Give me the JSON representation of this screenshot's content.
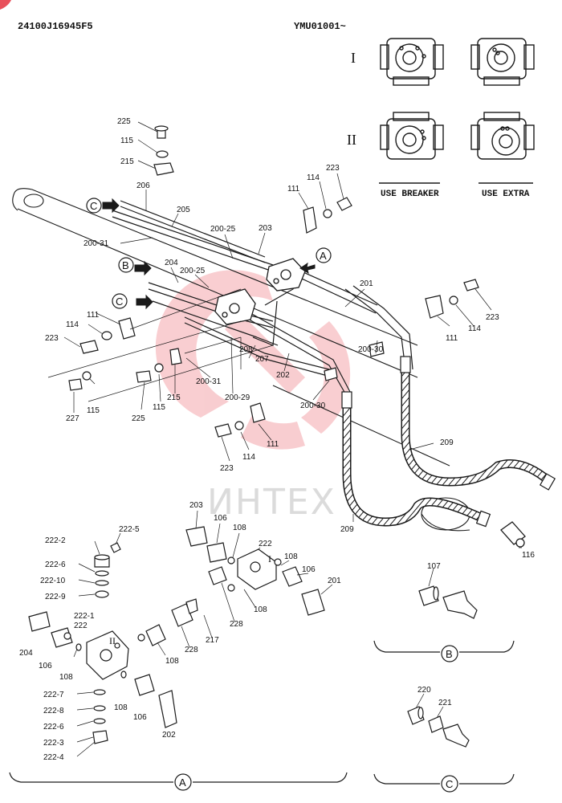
{
  "header": {
    "part_number": "24100J16945F5",
    "serial": "YMU01001~"
  },
  "watermark": "ИНТЕХ",
  "inset": {
    "row_I": "I",
    "row_II": "II",
    "use_breaker": "USE BREAKER",
    "use_extra": "USE EXTRA"
  },
  "callouts": {
    "A": "A",
    "B": "B",
    "C": "C"
  },
  "views": {
    "A": "A",
    "B": "B",
    "C": "C"
  },
  "colors": {
    "ink": "#1a1a1a",
    "watermark_red": "#e8505b"
  },
  "part_labels": {
    "p225": "225",
    "p115": "115",
    "p215": "215",
    "p206": "206",
    "p205": "205",
    "p200_25a": "200-25",
    "p203": "203",
    "p111a": "111",
    "p114a": "114",
    "p223a": "223",
    "p200_31a": "200-31",
    "p204": "204",
    "p200_25b": "200-25",
    "p201": "201",
    "p111b": "111",
    "p114b": "114",
    "p223b": "223",
    "p111c": "111",
    "p114c": "114",
    "p223c": "223",
    "p200_30a": "200-30",
    "p215b": "215",
    "p200_31b": "200-31",
    "p208": "208",
    "p207": "207",
    "p202": "202",
    "p200_29": "200-29",
    "p200_30b": "200-30",
    "p227": "227",
    "p115b": "115",
    "p225b": "225",
    "p115c": "115",
    "p111d": "111",
    "p114d": "114",
    "p223d": "223",
    "p209a": "209",
    "p209b": "209",
    "p116": "116",
    "a_203": "203",
    "a_106a": "106",
    "a_108a": "108",
    "a_222": "222",
    "a_I": "I",
    "a_108b": "108",
    "a_106b": "106",
    "a_201": "201",
    "a_108c": "108",
    "a_228a": "228",
    "a_217": "217",
    "a_228b": "228",
    "a_108d": "108",
    "a_222_5": "222-5",
    "a_222_2": "222-2",
    "a_222_6a": "222-6",
    "a_222_10": "222-10",
    "a_222_9": "222-9",
    "a_222_1": "222-1",
    "a_222b": "222",
    "a_II": "II",
    "a_204": "204",
    "a_106c": "106",
    "a_108e": "108",
    "a_222_7": "222-7",
    "a_222_8": "222-8",
    "a_222_6b": "222-6",
    "a_222_3": "222-3",
    "a_222_4": "222-4",
    "a_108f": "108",
    "a_106d": "106",
    "a_202": "202",
    "b_107": "107",
    "c_220": "220",
    "c_221": "221"
  }
}
